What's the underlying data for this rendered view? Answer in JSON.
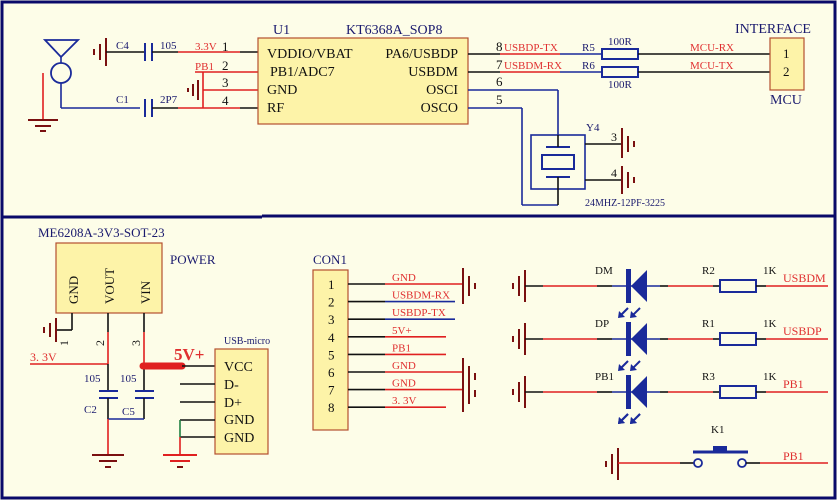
{
  "sheet": {
    "frame_color": "#0a0a6a",
    "background": "#fdfde8",
    "wire_red": "#e02020",
    "wire_blue": "#1a2a9a",
    "wire_black": "#111111",
    "chip_fill": "#fdf3a8"
  },
  "u1": {
    "ref": "U1",
    "part": "KT6368A_SOP8",
    "left_pins": [
      {
        "num": "1",
        "name": "VDDIO/VBAT",
        "net": "3.3V"
      },
      {
        "num": "2",
        "name": "PB1/ADC7",
        "net": "PB1"
      },
      {
        "num": "3",
        "name": "GND",
        "net": ""
      },
      {
        "num": "4",
        "name": "RF",
        "net": ""
      }
    ],
    "right_pins": [
      {
        "num": "8",
        "name": "PA6/USBDP",
        "net": "USBDP-TX"
      },
      {
        "num": "7",
        "name": "USBDM",
        "net": "USBDM-RX"
      },
      {
        "num": "6",
        "name": "OSCI",
        "net": ""
      },
      {
        "num": "5",
        "name": "OSCO",
        "net": ""
      }
    ]
  },
  "caps_top": [
    {
      "ref": "C4",
      "value": "105"
    },
    {
      "ref": "C1",
      "value": "2P7"
    }
  ],
  "resistors_top": [
    {
      "ref": "R5",
      "value": "100R",
      "net": "MCU-RX"
    },
    {
      "ref": "R6",
      "value": "100R",
      "net": "MCU-TX"
    }
  ],
  "interface": {
    "title": "INTERFACE",
    "label": "MCU",
    "pins": [
      "1",
      "2"
    ]
  },
  "crystal": {
    "ref": "Y4",
    "part": "24MHZ-12PF-3225",
    "pins": [
      "3",
      "4"
    ]
  },
  "power": {
    "part": "ME6208A-3V3-SOT-23",
    "title": "POWER",
    "pins": [
      {
        "num": "1",
        "name": "GND"
      },
      {
        "num": "2",
        "name": "VOUT"
      },
      {
        "num": "3",
        "name": "VIN"
      }
    ],
    "out_net": "3. 3V",
    "in_net": "5V+",
    "caps": [
      {
        "ref": "C2",
        "value": "105"
      },
      {
        "ref": "C5",
        "value": "105"
      }
    ]
  },
  "usb": {
    "title": "USB-micro",
    "pins": [
      "VCC",
      "D-",
      "D+",
      "GND",
      "GND"
    ]
  },
  "con1": {
    "ref": "CON1",
    "pins": [
      {
        "num": "1",
        "net": "GND"
      },
      {
        "num": "2",
        "net": "USBDM-RX"
      },
      {
        "num": "3",
        "net": "USBDP-TX"
      },
      {
        "num": "4",
        "net": "5V+"
      },
      {
        "num": "5",
        "net": "PB1"
      },
      {
        "num": "6",
        "net": "GND"
      },
      {
        "num": "7",
        "net": "GND"
      },
      {
        "num": "8",
        "net": "3. 3V"
      }
    ]
  },
  "leds": [
    {
      "ref": "DM",
      "res_ref": "R2",
      "res_value": "1K",
      "net": "USBDM"
    },
    {
      "ref": "DP",
      "res_ref": "R1",
      "res_value": "1K",
      "net": "USBDP"
    },
    {
      "ref": "PB1",
      "res_ref": "R3",
      "res_value": "1K",
      "net": "PB1"
    }
  ],
  "button": {
    "ref": "K1",
    "net": "PB1"
  }
}
